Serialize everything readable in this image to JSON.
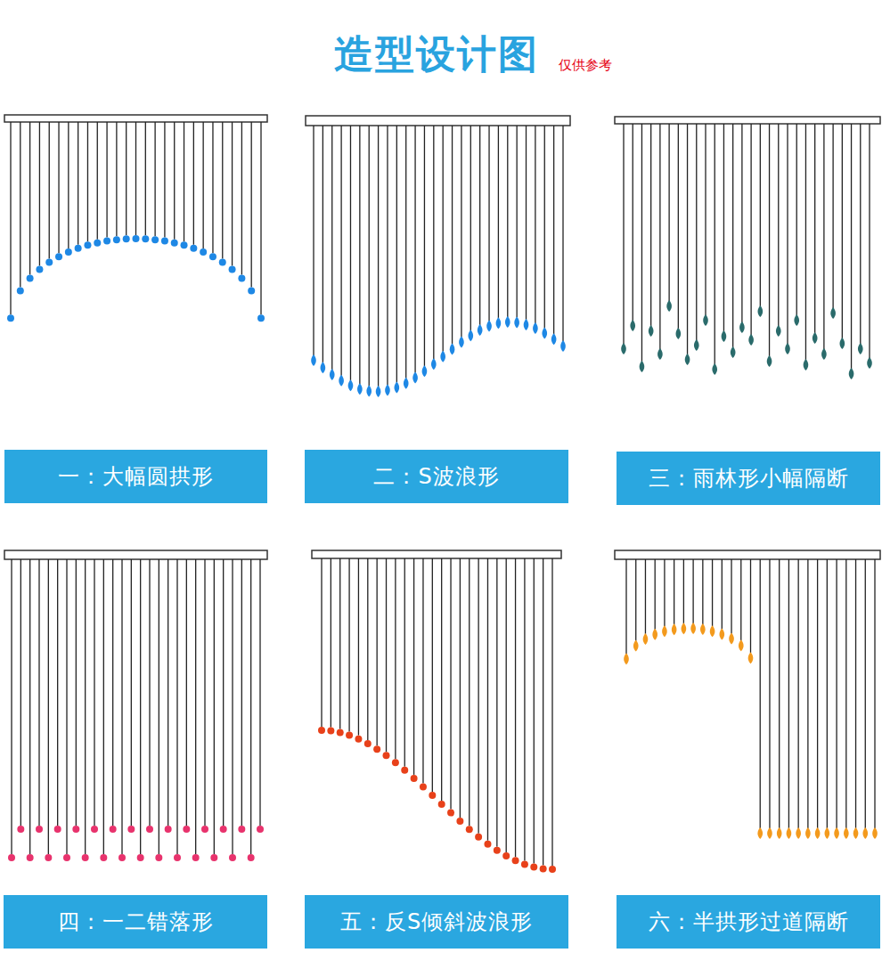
{
  "diagram": {
    "title": "造型设计图",
    "nodes": [
      {
        "text": [
          "一：大幅圆拱形"
        ]
      },
      {
        "text": [
          "二：S波浪形"
        ]
      },
      {
        "text": [
          "三：雨林形小幅隔断"
        ]
      },
      {
        "text": [
          "四：一二错落形"
        ]
      },
      {
        "text": [
          "五：反S倾斜波浪形"
        ]
      },
      {
        "text": [
          "六：半拱形过道隔断"
        ]
      }
    ],
    "labels": [
      "仅供参考"
    ]
  }
}
